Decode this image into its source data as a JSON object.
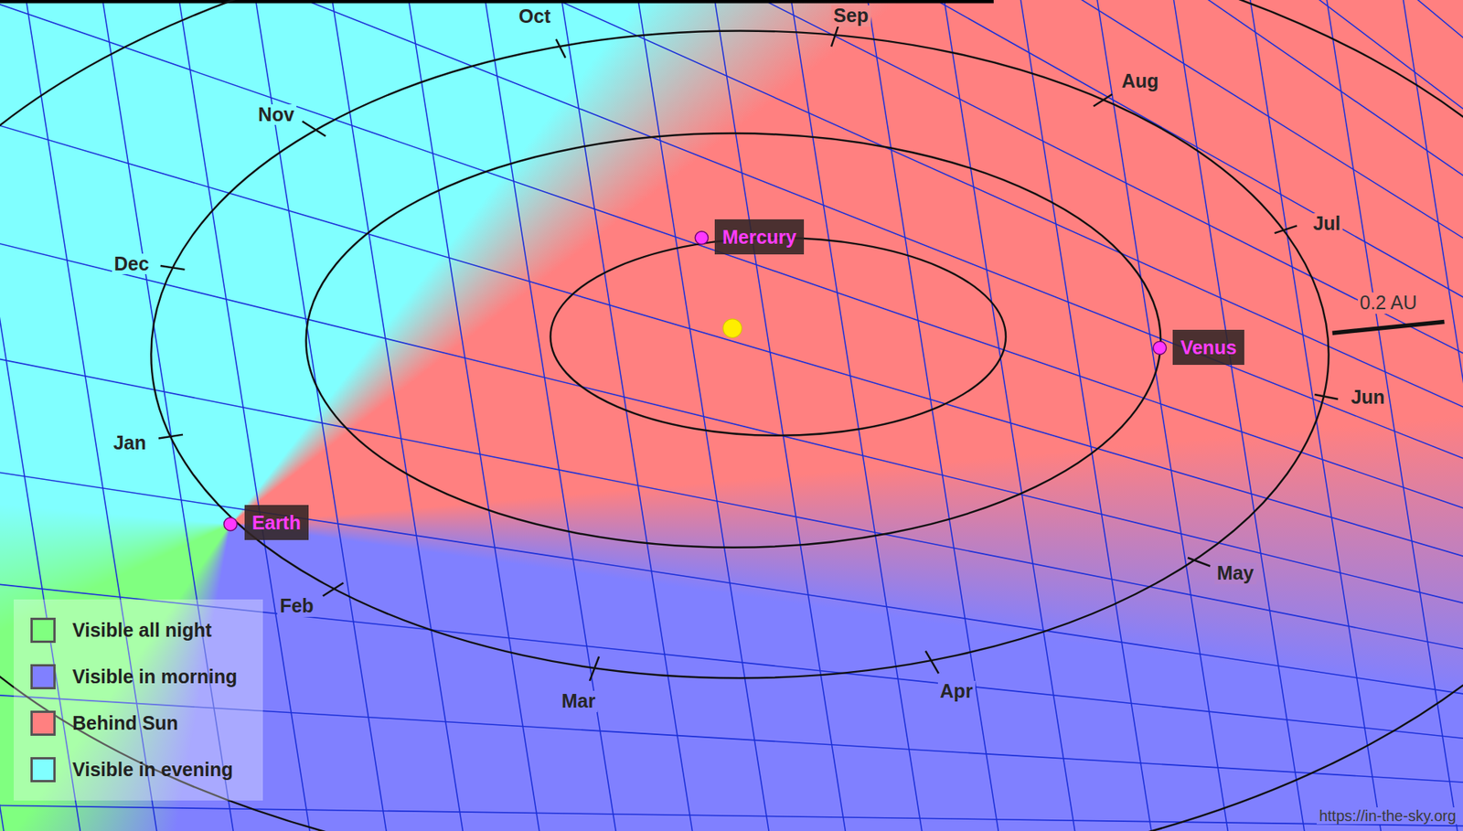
{
  "diagram": {
    "nodes": [
      {
        "text": [
          "Mercury"
        ]
      },
      {
        "text": [
          "Venus"
        ]
      },
      {
        "text": [
          "Earth"
        ]
      }
    ],
    "labels": [
      "Sep",
      "Oct",
      "Aug",
      "Nov",
      "Jul",
      "Dec",
      "0.2 AU",
      "Jun",
      "Jan",
      "May",
      "Feb",
      "Apr",
      "Mar",
      "https://in-the-sky.org"
    ],
    "legend": [
      {
        "text": "Visible all night",
        "color": "#80ff80"
      },
      {
        "text": "Visible in morning",
        "color": "#8080ff"
      },
      {
        "text": "Behind Sun",
        "color": "#ff8080"
      },
      {
        "text": "Visible in evening",
        "color": "#80ffff"
      }
    ]
  }
}
